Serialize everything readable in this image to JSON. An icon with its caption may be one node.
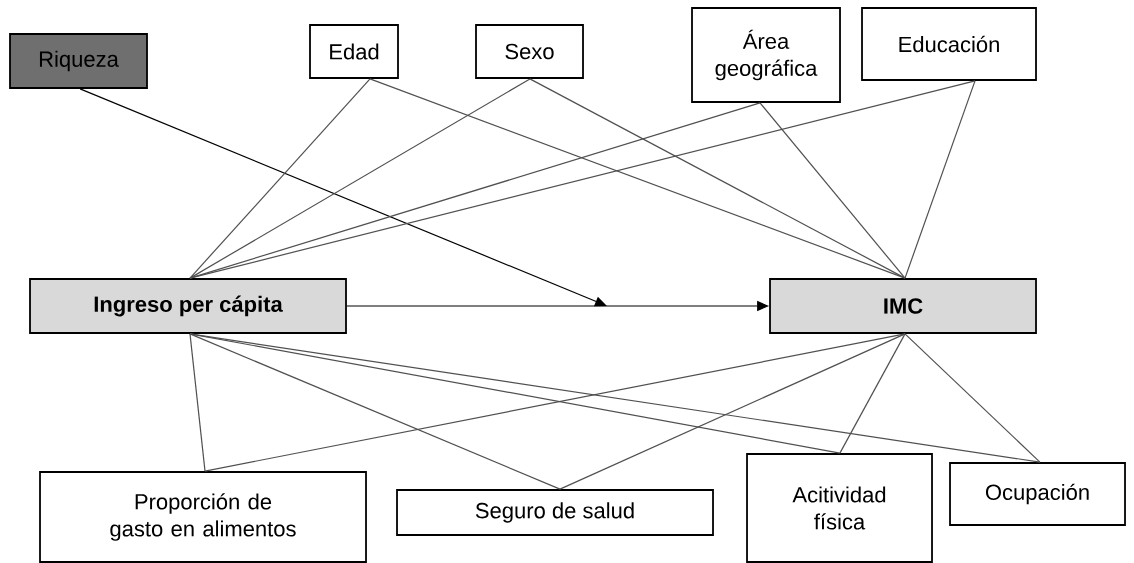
{
  "diagram": {
    "nodes": [
      {
        "text": [
          "Riqueza"
        ]
      },
      {
        "text": [
          "Edad"
        ]
      },
      {
        "text": [
          "Sexo"
        ]
      },
      {
        "text": [
          "Área geográfica"
        ]
      },
      {
        "text": [
          "Educación"
        ]
      },
      {
        "text": [
          "Ingreso per cápita"
        ]
      },
      {
        "text": [
          "IMC"
        ]
      },
      {
        "text": [
          "Proporción de gasto en alimentos"
        ]
      },
      {
        "text": [
          "Seguro de salud"
        ]
      },
      {
        "text": [
          "Acitividad física"
        ]
      },
      {
        "text": [
          "Ocupación"
        ]
      }
    ],
    "edges": [
      {
        "from": 0,
        "to": null,
        "arrow": "to"
      },
      {
        "from": 5,
        "to": 6,
        "arrow": "to"
      },
      {
        "from": 1,
        "to": 5,
        "arrow": "none"
      },
      {
        "from": 1,
        "to": 6,
        "arrow": "none"
      },
      {
        "from": 2,
        "to": 5,
        "arrow": "none"
      },
      {
        "from": 2,
        "to": 6,
        "arrow": "none"
      },
      {
        "from": 3,
        "to": 5,
        "arrow": "none"
      },
      {
        "from": 3,
        "to": 6,
        "arrow": "none"
      },
      {
        "from": 4,
        "to": 5,
        "arrow": "none"
      },
      {
        "from": 4,
        "to": 6,
        "arrow": "none"
      },
      {
        "from": 7,
        "to": 5,
        "arrow": "none"
      },
      {
        "from": 7,
        "to": 6,
        "arrow": "none"
      },
      {
        "from": 8,
        "to": 5,
        "arrow": "none"
      },
      {
        "from": 8,
        "to": 6,
        "arrow": "none"
      },
      {
        "from": 9,
        "to": 5,
        "arrow": "none"
      },
      {
        "from": 9,
        "to": 6,
        "arrow": "none"
      },
      {
        "from": 10,
        "to": 5,
        "arrow": "none"
      },
      {
        "from": 10,
        "to": 6,
        "arrow": "none"
      }
    ]
  }
}
